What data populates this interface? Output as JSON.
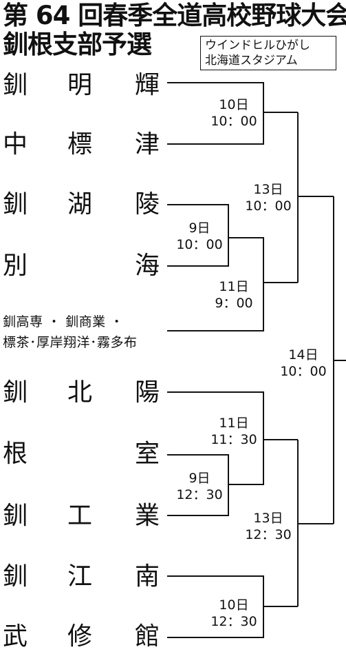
{
  "title": {
    "line1": "第 64 回春季全道高校野球大会",
    "line2": "釧根支部予選"
  },
  "venue": {
    "line1": "ウインドヒルひがし",
    "line2": "北海道スタジアム"
  },
  "teams": {
    "t1": [
      "釧",
      "明",
      "輝"
    ],
    "t2": [
      "中",
      "標",
      "津"
    ],
    "t3": [
      "釧",
      "湖",
      "陵"
    ],
    "t4": [
      "別",
      "",
      "海"
    ],
    "t5a": "釧高専 ・ 釧商業 ・",
    "t5b": "標茶･厚岸翔洋･霧多布",
    "t6": [
      "釧",
      "北",
      "陽"
    ],
    "t7": [
      "根",
      "",
      "室"
    ],
    "t8": [
      "釧",
      "工",
      "業"
    ],
    "t9": [
      "釧",
      "江",
      "南"
    ],
    "t10": [
      "武",
      "修",
      "館"
    ]
  },
  "schedule": {
    "m1": {
      "day": "10日",
      "time": "10：00"
    },
    "m2": {
      "day": "9日",
      "time": "10：00"
    },
    "m3": {
      "day": "11日",
      "time": "9：00"
    },
    "m4": {
      "day": "13日",
      "time": "10：00"
    },
    "m5": {
      "day": "14日",
      "time": "10：00"
    },
    "m6": {
      "day": "9日",
      "time": "12：30"
    },
    "m7": {
      "day": "11日",
      "time": "11：30"
    },
    "m8": {
      "day": "13日",
      "time": "12：30"
    },
    "m9": {
      "day": "10日",
      "time": "12：30"
    }
  }
}
